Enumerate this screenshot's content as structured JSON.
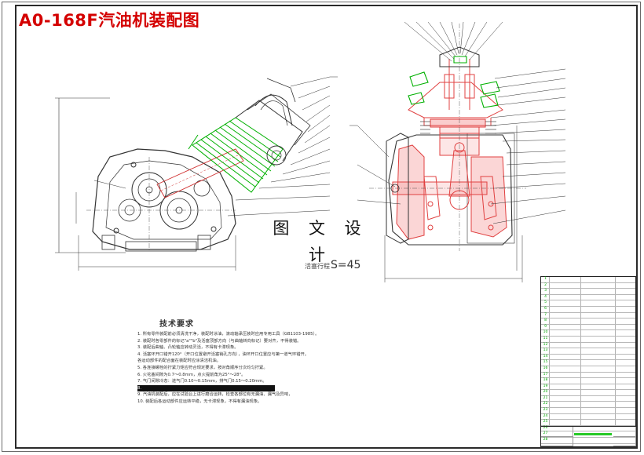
{
  "title": "A0-168F汽油机装配图",
  "watermark": "图 文 设 计",
  "stroke": {
    "prefix": "活塞行程",
    "value": "S=45"
  },
  "tech": {
    "title": "技术要求",
    "notes": [
      "1. 所有零件装配前必须清洗干净，装配时涂油，滚动轴承压装时应用专用工具（GB1103-1985）。",
      "2. 装配时各零部件的标记\"a\"\"b\"及活塞顶部方向（与曲轴转向标记）要对齐，不得装错。",
      "3. 装配后曲轴、凸轮轴应转动灵活，不得有卡滞现象。",
      "4. 活塞环开口错开120°（开口位置避开活塞销孔方向），油环开口位置应与第一道气环错开。",
      "   各运动部件的配合面在装配时应涂清洁机油。",
      "5. 各连接螺栓的拧紧力矩应符合规定要求，按对角顺序分次均匀拧紧。",
      "6. 火花塞间隙为0.7～0.8mm，点火提前角为25°～28°。",
      "7. 气门间隙冷态：进气门0.10～0.15mm，排气门0.15～0.20mm。",
      "8. ",
      "9. 汽油机装配后，应在试验台上进行磨合运转，检查各部位有无漏油、漏气及异响，",
      "   ",
      "10. 装配后各运动部件应运转平稳，无卡滞现象，不得有漏油现象。"
    ]
  },
  "bom_rows": [
    {
      "n": "1",
      "code": "",
      "name": "",
      "qty": ""
    },
    {
      "n": "2",
      "code": "",
      "name": "",
      "qty": ""
    },
    {
      "n": "3",
      "code": "",
      "name": "",
      "qty": ""
    },
    {
      "n": "4",
      "code": "",
      "name": "",
      "qty": ""
    },
    {
      "n": "5",
      "code": "",
      "name": "",
      "qty": ""
    },
    {
      "n": "6",
      "code": "",
      "name": "",
      "qty": ""
    },
    {
      "n": "7",
      "code": "",
      "name": "",
      "qty": ""
    },
    {
      "n": "8",
      "code": "",
      "name": "",
      "qty": ""
    },
    {
      "n": "9",
      "code": "",
      "name": "",
      "qty": ""
    },
    {
      "n": "10",
      "code": "",
      "name": "",
      "qty": ""
    },
    {
      "n": "11",
      "code": "",
      "name": "",
      "qty": ""
    },
    {
      "n": "12",
      "code": "",
      "name": "",
      "qty": ""
    },
    {
      "n": "13",
      "code": "",
      "name": "",
      "qty": ""
    },
    {
      "n": "14",
      "code": "",
      "name": "",
      "qty": ""
    },
    {
      "n": "15",
      "code": "",
      "name": "",
      "qty": ""
    },
    {
      "n": "16",
      "code": "",
      "name": "",
      "qty": ""
    },
    {
      "n": "17",
      "code": "",
      "name": "",
      "qty": ""
    },
    {
      "n": "18",
      "code": "",
      "name": "",
      "qty": ""
    },
    {
      "n": "19",
      "code": "",
      "name": "",
      "qty": ""
    },
    {
      "n": "20",
      "code": "",
      "name": "",
      "qty": ""
    },
    {
      "n": "21",
      "code": "",
      "name": "",
      "qty": ""
    },
    {
      "n": "22",
      "code": "",
      "name": "",
      "qty": ""
    },
    {
      "n": "23",
      "code": "",
      "name": "",
      "qty": ""
    },
    {
      "n": "24",
      "code": "",
      "name": "",
      "qty": ""
    },
    {
      "n": "25",
      "code": "",
      "name": "",
      "qty": ""
    },
    {
      "n": "26",
      "code": "",
      "name": "",
      "qty": ""
    },
    {
      "n": "27",
      "code": "",
      "name": "",
      "qty": ""
    },
    {
      "n": "28",
      "code": "",
      "name": "",
      "qty": ""
    }
  ],
  "colors": {
    "title": "#d40000",
    "cylinder": "#00bb00",
    "section": "#e04040",
    "line": "#333333"
  }
}
